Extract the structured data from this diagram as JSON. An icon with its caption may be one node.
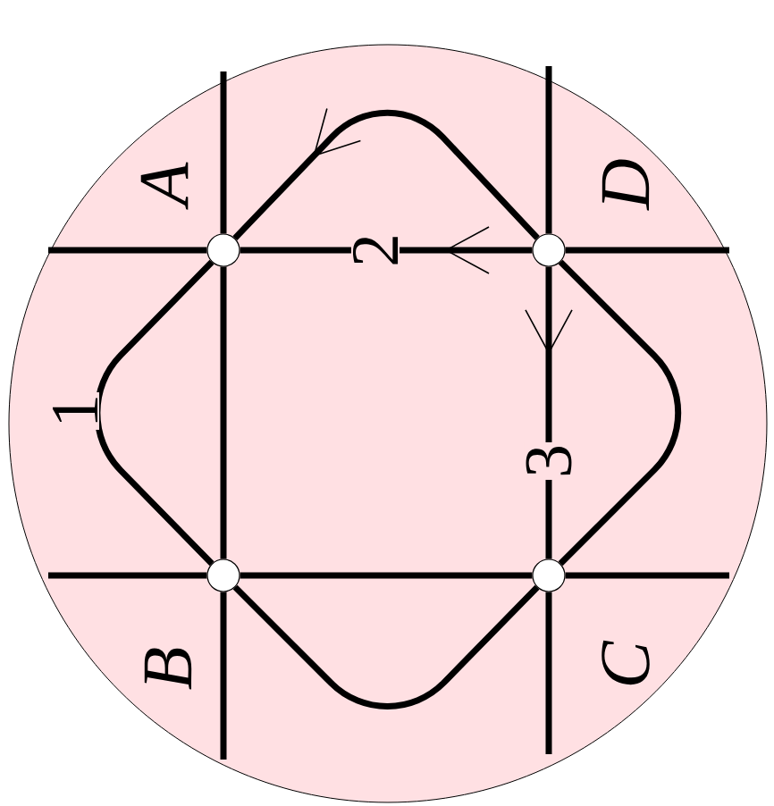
{
  "diagram": {
    "nodes": [
      {
        "text": [],
        "shape": "circle",
        "beside": [
          "A"
        ]
      },
      {
        "text": [],
        "shape": "circle",
        "beside": [
          "D"
        ]
      },
      {
        "text": [],
        "shape": "circle",
        "beside": [
          "B"
        ]
      },
      {
        "text": [],
        "shape": "circle",
        "beside": [
          "C"
        ]
      }
    ],
    "edges": [
      {
        "from": 1,
        "to": 0,
        "arrow": "to"
      },
      {
        "from": 1,
        "to": 0,
        "arrow": "to",
        "label": "2"
      },
      {
        "from": 0,
        "to": 2,
        "arrow": "none",
        "label": "1"
      },
      {
        "from": 0,
        "to": 2,
        "arrow": "none"
      },
      {
        "from": 1,
        "to": 3,
        "arrow": "to",
        "label": "3"
      },
      {
        "from": 2,
        "to": 3,
        "arrow": "none"
      },
      {
        "from": 2,
        "to": 3,
        "arrow": "none"
      },
      {
        "from": 3,
        "to": 1,
        "arrow": "none"
      },
      {
        "from": 0,
        "to": null,
        "arrow": "none"
      },
      {
        "from": 0,
        "to": null,
        "arrow": "none"
      },
      {
        "from": 1,
        "to": null,
        "arrow": "none"
      },
      {
        "from": 1,
        "to": null,
        "arrow": "none"
      },
      {
        "from": 2,
        "to": null,
        "arrow": "none"
      },
      {
        "from": 2,
        "to": null,
        "arrow": "none"
      },
      {
        "from": 3,
        "to": null,
        "arrow": "none"
      },
      {
        "from": 3,
        "to": null,
        "arrow": "none"
      }
    ]
  }
}
